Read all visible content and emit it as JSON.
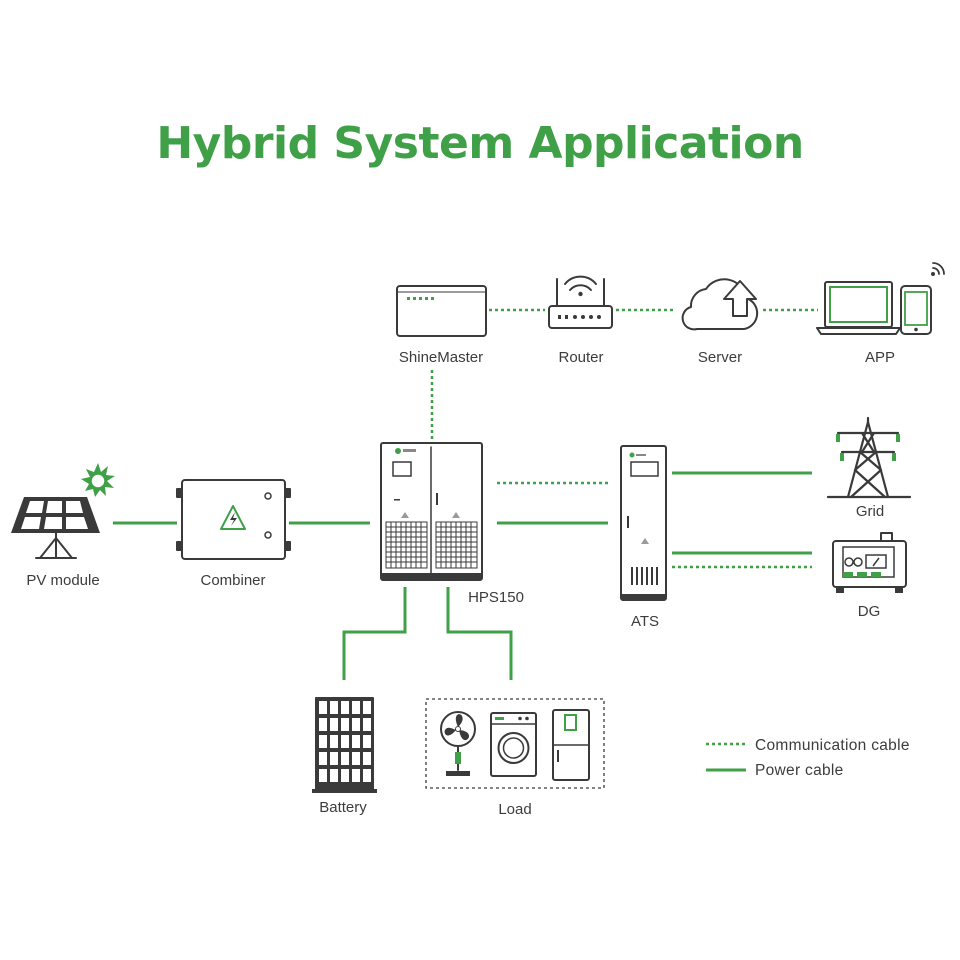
{
  "title": "Hybrid System Application",
  "components": {
    "shinemaster": "ShineMaster",
    "router": "Router",
    "server": "Server",
    "app": "APP",
    "pv_module": "PV module",
    "combiner": "Combiner",
    "hps": "HPS150",
    "ats": "ATS",
    "grid": "Grid",
    "dg": "DG",
    "battery": "Battery",
    "load": "Load"
  },
  "legend": {
    "communication": "Communication cable",
    "power": "Power cable"
  },
  "colors": {
    "accent": "#3fa048",
    "outline": "#3a3a3a",
    "text": "#3c3c3c"
  }
}
